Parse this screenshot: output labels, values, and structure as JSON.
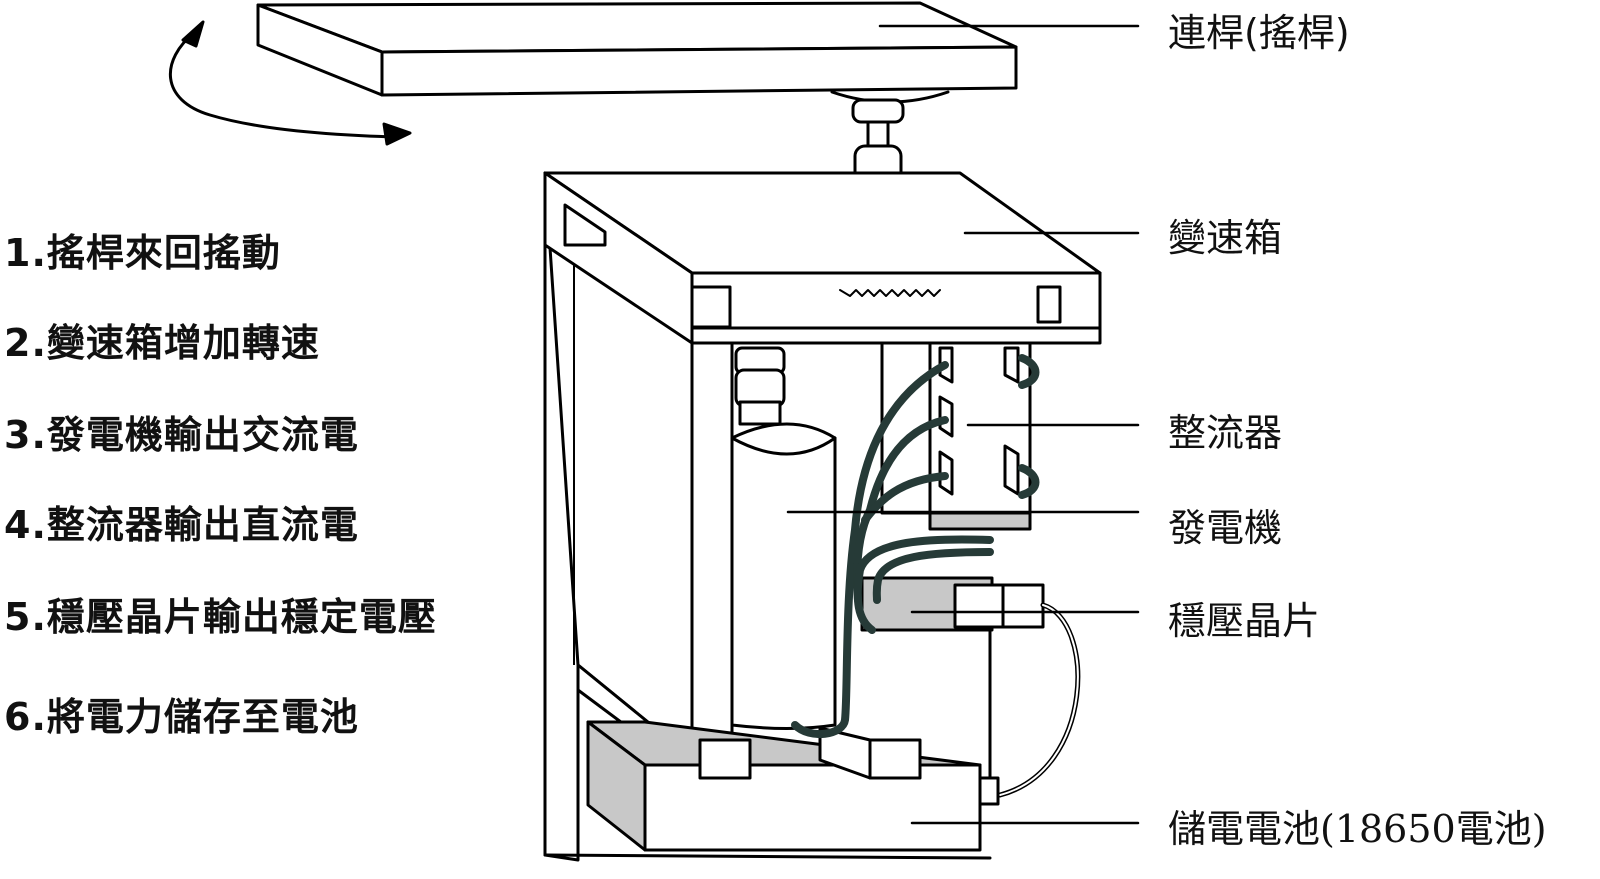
{
  "steps": [
    "1.搖桿來回搖動",
    "2.變速箱增加轉速",
    "3.發電機輸出交流電",
    "4.整流器輸出直流電",
    "5.穩壓晶片輸出穩定電壓",
    "6.將電力儲存至電池"
  ],
  "labels": {
    "lever": "連桿(搖桿)",
    "gearbox": "變速箱",
    "rectifier": "整流器",
    "generator": "發電機",
    "regulator": "穩壓晶片",
    "battery": "儲電電池(18650電池)"
  },
  "colors": {
    "line": "#000000",
    "wire": "#263a37",
    "shade": "#c8c8c8",
    "background": "#ffffff"
  }
}
